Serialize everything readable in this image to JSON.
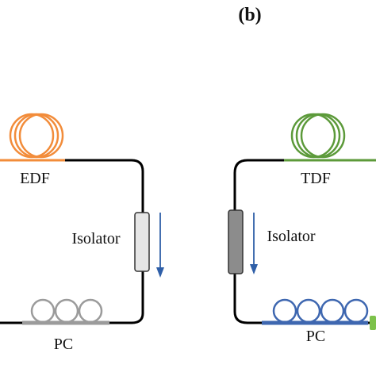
{
  "panel_label": "(b)",
  "left_loop": {
    "fiber_label": "EDF",
    "fiber_color": "#F28C3A",
    "isolator_label": "Isolator",
    "isolator_color": "#E6E6E6",
    "pc_label": "PC",
    "pc_color": "#9B9B9B"
  },
  "right_loop": {
    "fiber_label": "TDF",
    "fiber_color": "#5C9A3A",
    "isolator_label": "Isolator",
    "isolator_color": "#8C8C8C",
    "pc_label": "PC",
    "pc_color": "#3E67B0",
    "connector_color": "#7DC24B"
  },
  "colors": {
    "loop_line": "#000000",
    "arrow": "#2F5FA8"
  }
}
